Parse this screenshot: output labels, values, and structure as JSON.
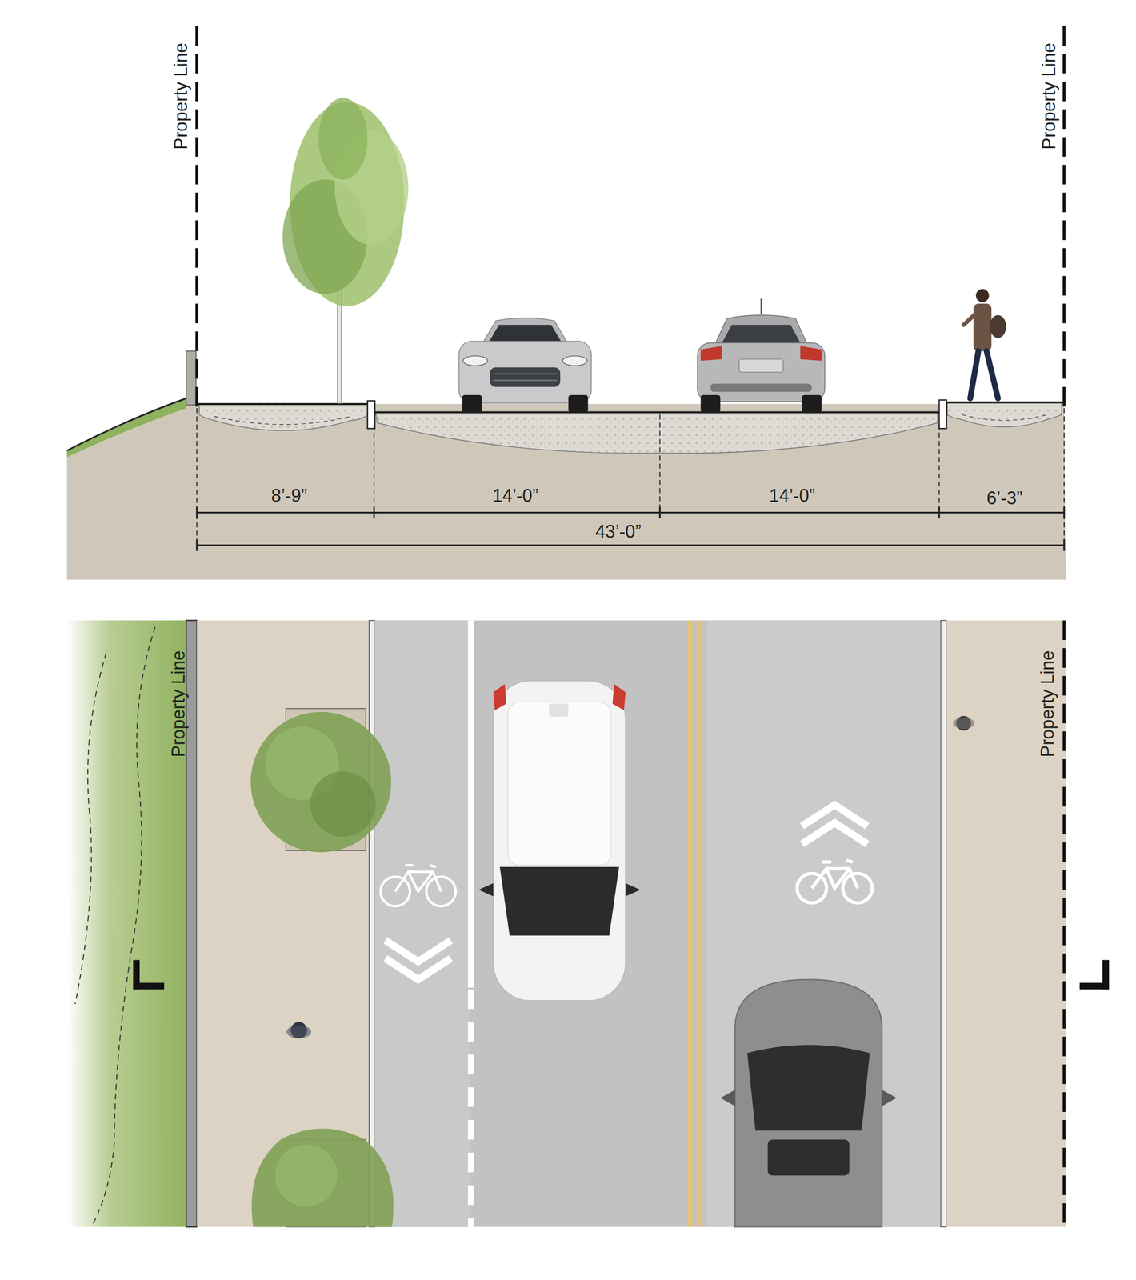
{
  "diagram": {
    "labels": [
      "Property Line",
      "Property Line",
      "8’-9”",
      "14’-0”",
      "14’-0”",
      "6’-3”",
      "43’-0”",
      "Property Line",
      "Property Line"
    ]
  }
}
